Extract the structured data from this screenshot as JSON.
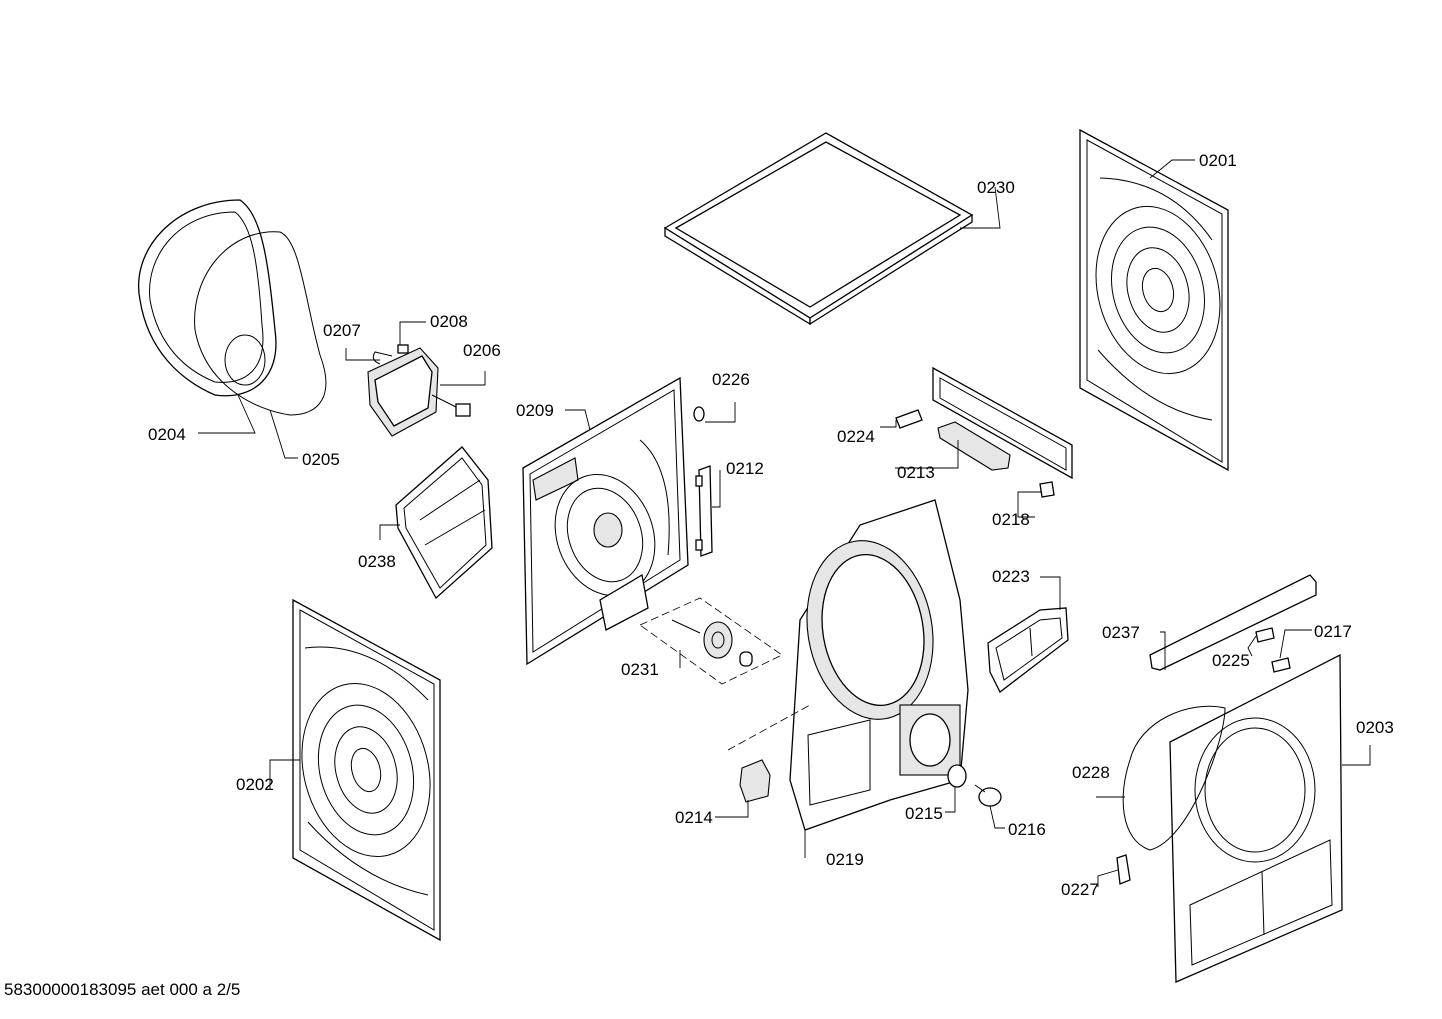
{
  "footer": {
    "document_id": "58300000183095 aet 000 a 2/5"
  },
  "labels": {
    "p0201": "0201",
    "p0202": "0202",
    "p0203": "0203",
    "p0204": "0204",
    "p0205": "0205",
    "p0206": "0206",
    "p0207": "0207",
    "p0208": "0208",
    "p0209": "0209",
    "p0212": "0212",
    "p0213": "0213",
    "p0214": "0214",
    "p0215": "0215",
    "p0216": "0216",
    "p0217": "0217",
    "p0218": "0218",
    "p0219": "0219",
    "p0223": "0223",
    "p0224": "0224",
    "p0225": "0225",
    "p0226": "0226",
    "p0227": "0227",
    "p0228": "0228",
    "p0230": "0230",
    "p0231": "0231",
    "p0237": "0237",
    "p0238": "0238"
  }
}
